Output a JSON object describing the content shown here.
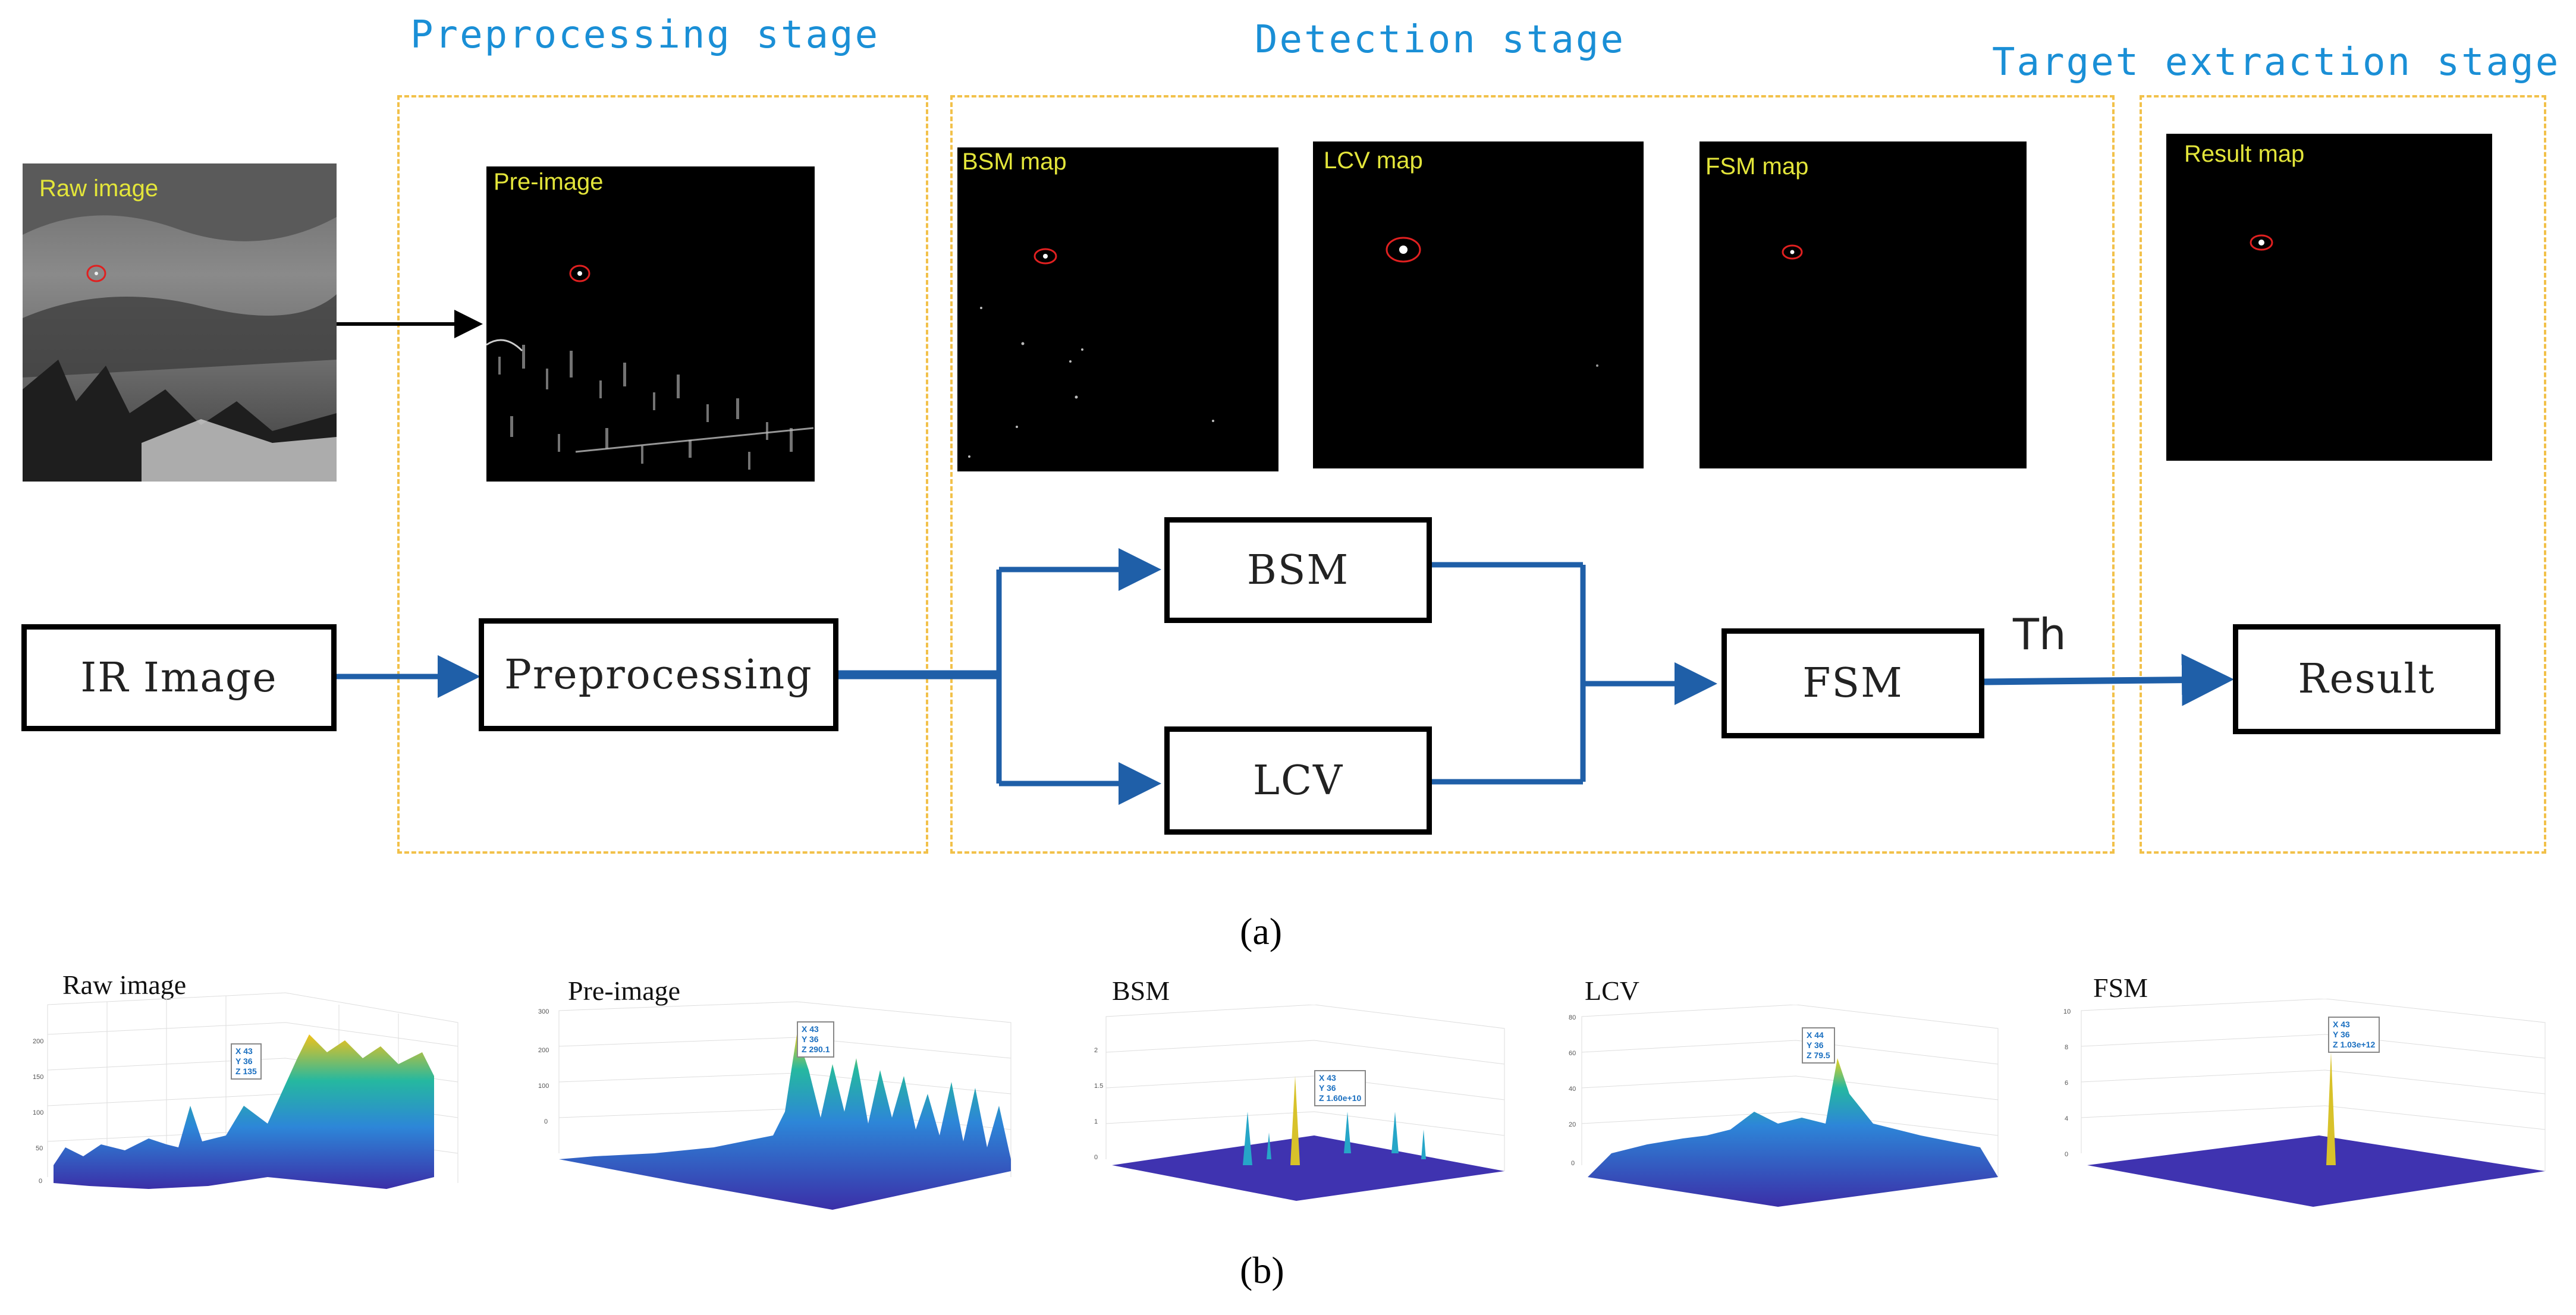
{
  "stages": {
    "preprocessing": "Preprocessing stage",
    "detection": "Detection stage",
    "target_extraction": "Target extraction stage"
  },
  "maps": {
    "raw": "Raw image",
    "pre": "Pre-image",
    "bsm": "BSM map",
    "lcv": "LCV map",
    "fsm": "FSM map",
    "result": "Result map"
  },
  "flow": {
    "ir_image": "IR Image",
    "preprocessing": "Preprocessing",
    "bsm": "BSM",
    "lcv": "LCV",
    "fsm": "FSM",
    "result": "Result",
    "threshold": "Th"
  },
  "captions": {
    "a": "(a)",
    "b": "(b)"
  },
  "plots": {
    "raw": {
      "title": "Raw image",
      "tip": [
        "X 43",
        "Y 36",
        "Z 135"
      ]
    },
    "pre": {
      "title": "Pre-image",
      "tip": [
        "X 43",
        "Y 36",
        "Z 290.1"
      ]
    },
    "bsm": {
      "title": "BSM",
      "tip": [
        "X 43",
        "Y 36",
        "Z 1.60e+10"
      ]
    },
    "lcv": {
      "title": "LCV",
      "tip": [
        "X 44",
        "Y 36",
        "Z 79.5"
      ]
    },
    "fsm": {
      "title": "FSM",
      "tip": [
        "X 43",
        "Y 36",
        "Z 1.03e+12"
      ]
    }
  },
  "colors": {
    "stage_title": "#1a8fd6",
    "arrow": "#1f5fa8",
    "stage_border": "#f2c14a",
    "map_label": "#e3e53a",
    "target_marker": "#e02020"
  }
}
